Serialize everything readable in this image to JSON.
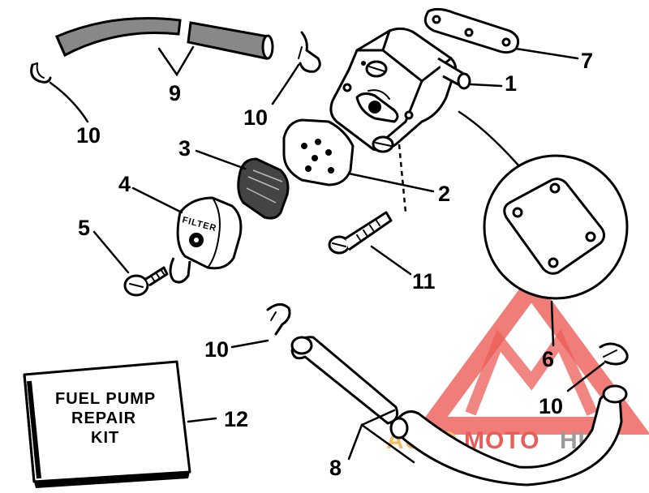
{
  "callouts": {
    "c1": "1",
    "c2": "2",
    "c3": "3",
    "c4": "4",
    "c5": "5",
    "c6": "6",
    "c7": "7",
    "c8": "8",
    "c9": "9",
    "c10a": "10",
    "c10b": "10",
    "c10c": "10",
    "c10d": "10",
    "c11": "11",
    "c12": "12"
  },
  "kit_box": {
    "line1": "FUEL PUMP",
    "line2": "REPAIR",
    "line3": "KIT"
  },
  "filter_label": "FILTER",
  "watermark": {
    "part1": "AUTO",
    "part2": "MOTO",
    "part3": "HUB",
    "color_red": "#e8403a",
    "color_orange": "#f3b54a",
    "color_gray": "#8a8a8a"
  }
}
